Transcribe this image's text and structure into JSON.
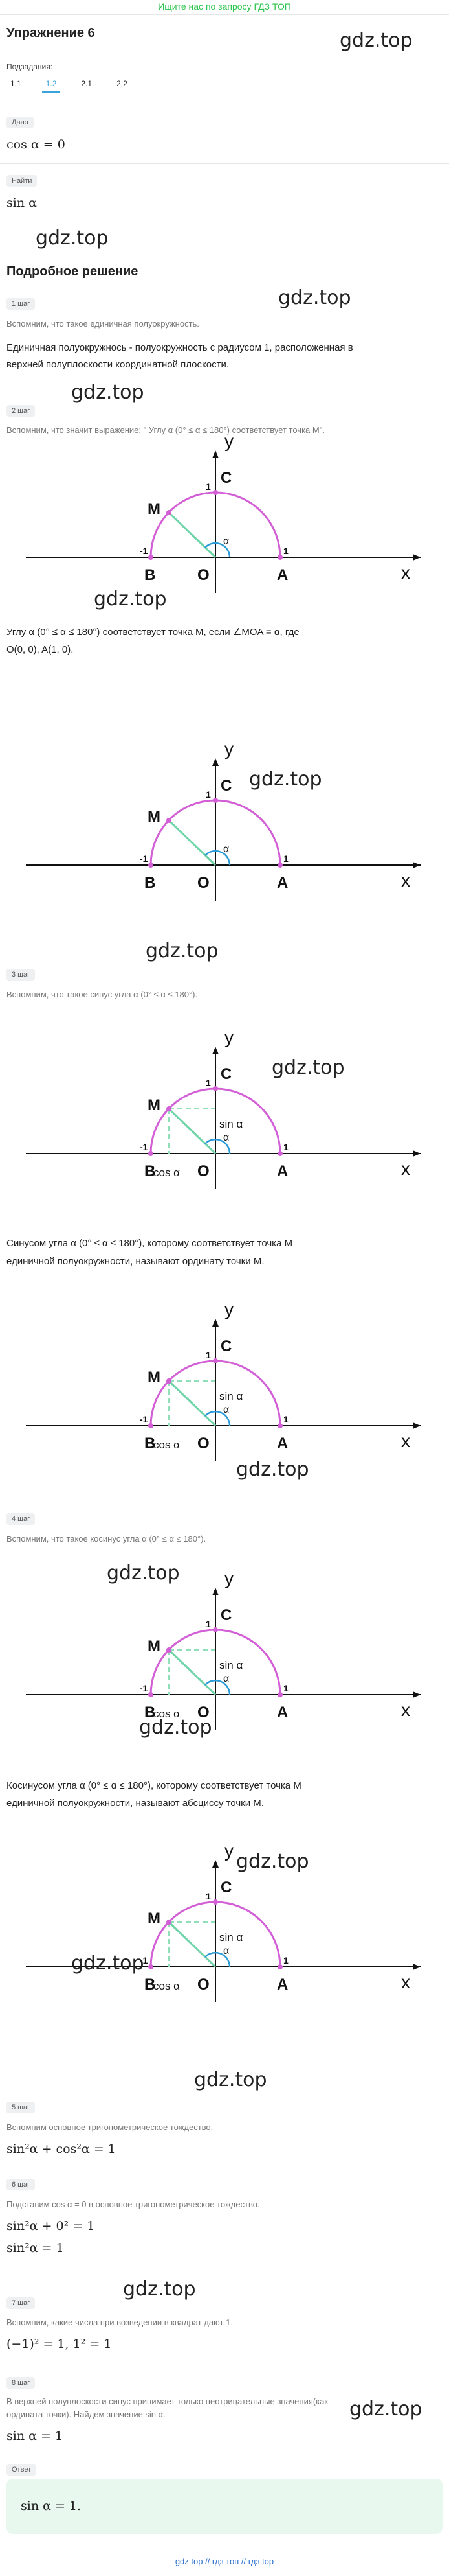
{
  "banner": "Ищите нас по запросу ГДЗ ТОП",
  "title": "Упражнение 6",
  "subtasks_label": "Подзадания:",
  "tabs": [
    "1.1",
    "1.2",
    "2.1",
    "2.2"
  ],
  "watermark": "gdz.top",
  "given": {
    "label": "Дано",
    "value": "cos α = 0"
  },
  "find": {
    "label": "Найти",
    "value": "sin α"
  },
  "solution_heading": "Подробное решение",
  "steps": {
    "s1": {
      "label": "1 шаг",
      "note": "Вспомним, что такое единичная полуокружность.",
      "text1": "Единичная полуокружнось - полуокружность с радиусом 1, расположенная в",
      "text2": "верхней полуплоскости координатной плоскости."
    },
    "s2": {
      "label": "2 шаг",
      "note": "Вспомним, что значит выражение: \" Углу α (0° ≤ α ≤ 180°) соответствует точка M\".",
      "text1": "Углу α (0° ≤ α ≤ 180°) соответствует точка M, если ∠MOA = α, где",
      "text2": "O(0, 0), A(1, 0)."
    },
    "s3": {
      "label": "3 шаг",
      "note": "Вспомним, что такое синус угла α (0° ≤ α ≤ 180°).",
      "text1": "Синусом угла α (0° ≤ α ≤ 180°), которому соответствует точка M",
      "text2": "единичной полуокружности, называют ординату точки M."
    },
    "s4": {
      "label": "4 шаг",
      "note": "Вспомним, что такое косинус угла α (0° ≤ α ≤ 180°).",
      "text1": "Косинусом угла α (0° ≤ α ≤ 180°), которому соответствует точка M",
      "text2": "единичной полуокружности, называют абсциссу точки M."
    },
    "s5": {
      "label": "5 шаг",
      "note": "Вспомним основное тригонометрическое тождество.",
      "formula": "sin²α + cos²α = 1"
    },
    "s6": {
      "label": "6 шаг",
      "note": "Подставим cos α = 0 в основное тригонометрическое тождество.",
      "formula1": "sin²α + 0² = 1",
      "formula2": "sin²α = 1"
    },
    "s7": {
      "label": "7 шаг",
      "note": "Вспомним, какие числа при возведении в квадрат дают 1.",
      "formula": "(−1)² = 1, 1² = 1"
    },
    "s8": {
      "label": "8 шаг",
      "note1": "В верхней полуплоскости синус принимает только неотрицательные значения(как",
      "note2": "ордината точки). Найдем значение sin α.",
      "formula": "sin α = 1"
    }
  },
  "answer": {
    "label": "Ответ",
    "value": "sin α = 1."
  },
  "footer": "gdz top // гдз топ // гдз top",
  "diagram_labels": {
    "x": "x",
    "y": "y",
    "M": "M",
    "C": "C",
    "B": "B",
    "O": "O",
    "A": "A",
    "one": "1",
    "minus_one": "-1",
    "alpha": "α",
    "sin": "sin α",
    "cos": "cos α"
  },
  "colors": {
    "arc": "#d35fd6",
    "radius": "#6fd4a8",
    "angle": "#2a9bd8",
    "projection": "#8fe0b8",
    "banner": "#2ec44f",
    "tab_active": "#3aa3d9",
    "answer_bg": "#e8f8ee"
  }
}
